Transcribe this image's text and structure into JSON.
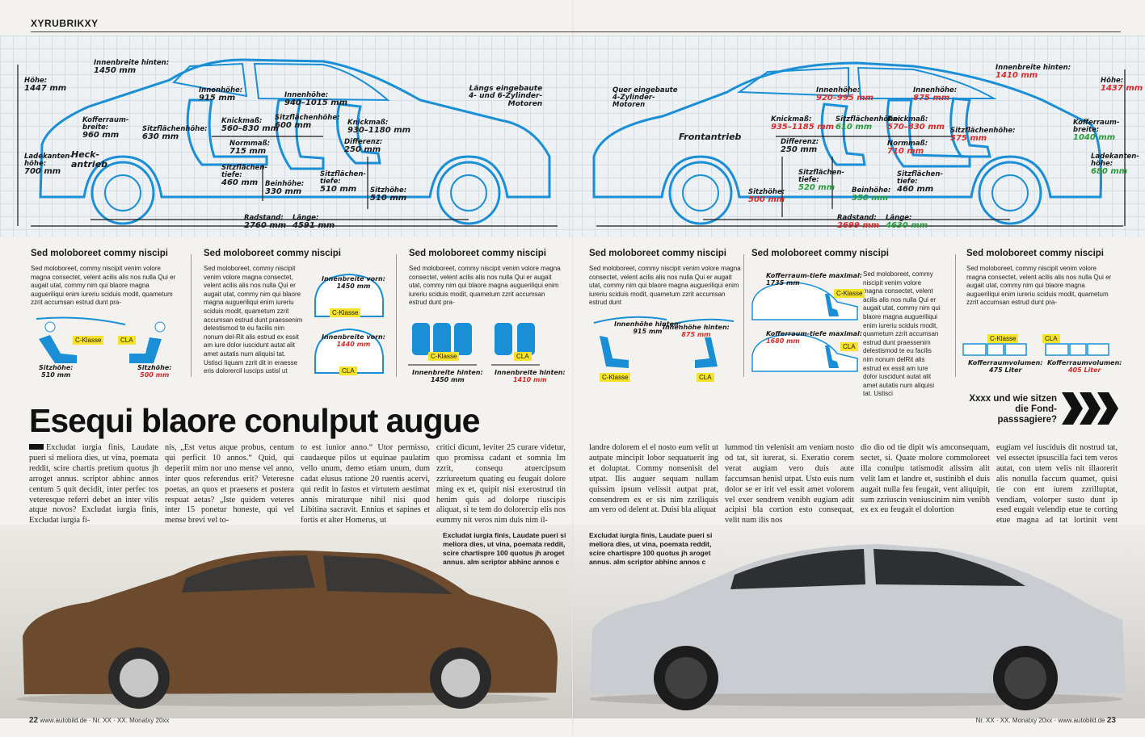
{
  "rubrik": "XYRUBRIKXY",
  "left_diagram": {
    "innenbreite_label": "Innenbreite hinten:",
    "innenbreite_val": "1450 mm",
    "hoehe_label": "Höhe:",
    "hoehe_val": "1447 mm",
    "kofferraumbreite_label": "Kofferraum-\nbreite:",
    "kofferraumbreite_val": "960 mm",
    "ladekante_label": "Ladekanten-\nhöhe:",
    "ladekante_val": "700 mm",
    "heckantrieb": "Heck-\nantrieb",
    "sitzflaechenhoehe_label": "Sitzflächenhöhe:",
    "sitzflaechenhoehe_val": "630 mm",
    "innenhoehe1_label": "Innenhöhe:",
    "innenhoehe1_val": "915 mm",
    "innenhoehe2_label": "Innenhöhe:",
    "innenhoehe2_val": "940–1015 mm",
    "knickmass1_label": "Knickmaß:",
    "knickmass1_val": "560–830 mm",
    "normmass_label": "Normmaß:",
    "normmass_val": "715 mm",
    "sitzflaechenhoehe2_label": "Sitzflächenhöhe:",
    "sitzflaechenhoehe2_val": "600 mm",
    "knickmass2_label": "Knickmaß:",
    "knickmass2_val": "930–1180 mm",
    "differenz_label": "Differenz:",
    "differenz_val": "250 mm",
    "sitzflaechentiefe1_label": "Sitzflächen-\ntiefe:",
    "sitzflaechentiefe1_val": "460 mm",
    "beinhoehe_label": "Beinhöhe:",
    "beinhoehe_val": "330 mm",
    "sitzflaechentiefe2_label": "Sitzflächen-\ntiefe:",
    "sitzflaechentiefe2_val": "510 mm",
    "sitzhoehe_label": "Sitzhöhe:",
    "sitzhoehe_val": "510 mm",
    "motor_label": "Längs eingebaute\n4- und 6-Zylinder-\nMotoren",
    "radstand_label": "Radstand:",
    "radstand_val": "2760 mm",
    "laenge_label": "Länge:",
    "laenge_val": "4591 mm"
  },
  "right_diagram": {
    "innenbreite_label": "Innenbreite hinten:",
    "innenbreite_val": "1410 mm",
    "hoehe_label": "Höhe:",
    "hoehe_val": "1437 mm",
    "motor_label": "Quer eingebaute\n4-Zylinder-\nMotoren",
    "innenhoehe1_label": "Innenhöhe:",
    "innenhoehe1_val": "920–995 mm",
    "innenhoehe2_label": "Innenhöhe:",
    "innenhoehe2_val": "875 mm",
    "kofferraumbreite_label": "Kofferraum-\nbreite:",
    "kofferraumbreite_val": "1040 mm",
    "frontantrieb": "Frontantrieb",
    "knickmass1_label": "Knickmaß:",
    "knickmass1_val": "935–1185 mm",
    "sitzflaechenhoehe_label": "Sitzflächenhöhe:",
    "sitzflaechenhoehe_val": "610 mm",
    "knickmass2_label": "Knickmaß:",
    "knickmass2_val": "570–830 mm",
    "sitzflaechenhoehe2_label": "Sitzflächenhöhe:",
    "sitzflaechenhoehe2_val": "575 mm",
    "differenz_label": "Differenz:",
    "differenz_val": "250 mm",
    "normmass_label": "Normmaß:",
    "normmass_val": "710 mm",
    "ladekante_label": "Ladekanten-\nhöhe:",
    "ladekante_val": "680 mm",
    "sitzflaechentiefe1_label": "Sitzflächen-\ntiefe:",
    "sitzflaechentiefe1_val": "520 mm",
    "sitzflaechentiefe2_label": "Sitzflächen-\ntiefe:",
    "sitzflaechentiefe2_val": "460 mm",
    "sitzhoehe_label": "Sitzhöhe:",
    "sitzhoehe_val": "500 mm",
    "beinhoehe_label": "Beinhöhe:",
    "beinhoehe_val": "350 mm",
    "radstand_label": "Radstand:",
    "radstand_val": "2699 mm",
    "laenge_label": "Länge:",
    "laenge_val": "4630 mm"
  },
  "info_sections": [
    {
      "title": "Sed moloboreet commy niscipi",
      "text": "Sed moloboreet, commy niscipit venim volore magna consectet, velent acilis alis nos nulla Qui er augait utat, commy nim qui blaore magna augueriliqui enim iureriu sciduis modit, quametum zzrit accumsan estrud dunt pra-",
      "tag1": "C-Klasse",
      "tag2": "CLA",
      "l1": "Sitzhöhe:",
      "v1": "510 mm",
      "l2": "Sitzhöhe:",
      "v2": "500 mm"
    },
    {
      "title": "Sed moloboreet commy niscipi",
      "text": "Sed moloboreet, commy niscipit venim volore magna consectet, velent acilis alis nos nulla Qui er augait utat, commy nim qui blaore magna augueriliqui enim iureriu sciduis modit, quametum zzrit accumsan estrud dunt praessenim delestismod te eu facilis nim nonum del-Rit alis estrud ex essit am iure dolor iuscidunt autat alit amet autatis num aliquisi tat. Ustisci liquam zzrit dit in eraesse eris dolorercil iuscips ustisl ut",
      "tag1": "C-Klasse",
      "tag2": "CLA",
      "l1": "Innenbreite vorn:",
      "v1": "1450 mm",
      "l2": "Innenbreite vorn:",
      "v2": "1440 mm"
    },
    {
      "title": "Sed moloboreet commy niscipi",
      "text": "Sed moloboreet, commy niscipit venim volore magna consectet, velent acilis alis nos nulla Qui er augait utat, commy nim qui blaore magna augueriliqui enim iureriu sciduis modit, quametum zzrit accumsan estrud dunt pra-",
      "tag1": "C-Klasse",
      "tag2": "CLA",
      "l1": "Innenbreite hinten:",
      "v1": "1450 mm",
      "l2": "Innenbreite hinten:",
      "v2": "1410 mm"
    },
    {
      "title": "Sed moloboreet commy niscipi",
      "text": "Sed moloboreet, commy niscipit venim volore magna consectet, velent acilis alis nos nulla Qui er augait utat, commy nim qui blaore magna augueriliqui enim iureriu sciduis modit, quametum zzrit accumsan estrud dunt",
      "tag1": "C-Klasse",
      "tag2": "CLA",
      "l1": "Innenhöhe hinten:",
      "v1": "915 mm",
      "l2": "Innenhöhe hinten:",
      "v2": "875 mm"
    },
    {
      "title": "Sed moloboreet commy niscipi",
      "text": "Sed moloboreet, commy niscipit venim volore magna consectet, velent acilis alis nos nulla Qui er augait utat, commy nim qui blaore magna augueriliqui enim iureriu sciduis modit, quametum zzrit accumsan estrud dunt praessenim delestismod te eu facilis nim nonum delRit alis estrud ex essit am iure dolor iuscidunt autat alit amet autatis num aliquisi tat. Ustisci",
      "tag1": "C-Klasse",
      "tag2": "CLA",
      "l1": "Kofferraum-tiefe maximal:",
      "v1": "1735 mm",
      "l2": "Kofferraum-tiefe maximal:",
      "v2": "1680 mm"
    },
    {
      "title": "Sed moloboreet commy niscipi",
      "text": "Sed moloboreet, commy niscipit venim volore magna consectet, velent acilis alis nos nulla Qui er augait utat, commy nim qui blaore magna augueriliqui enim iureriu sciduis modit, quametum zzrit accumsan estrud dunt pra-",
      "tag1": "C-Klasse",
      "tag2": "CLA",
      "l1": "Kofferraumvolumen:",
      "v1": "475 Liter",
      "l2": "Kofferraumvolumen:",
      "v2": "405 Liter"
    }
  ],
  "headline": "Esequi blaore conulput augue",
  "teaser": "Xxxx und wie sitzen die Fond-passsagiere?",
  "columns": [
    "Excludat iurgia finis, Laudate pueri si meliora dies, ut vina, poemata reddit, scire chartis pretium quotus jh arroget annus. scriptor abhinc annos centum 5 quit decidit, inter perfec tos veteresque referri debet an inter vilis atque novos? Excludat iurgia finis, Excludat iurgia fi-",
    "nis, „Est vetus atque probus, centum qui perficit 10 annos.“ Quid, qui deperiit mim nor uno mense vel anno, inter quos referendus erit? Veteresne poetas, an quos et praesens et postera respuat aetas? „Iste quidem veteres inter 15 ponetur honeste, qui vel mense brevi vel to-",
    "to est iunior anno.“ Utor permisso, caudaeque pilos ut equinae paulatim vello unum, demo etiam unum, dum cadat elusus ratione 20 ruentis acervi, qui redit in fastos et virtutem aestimat annis miraturque nihil nisi quod Libitina sacravit. Ennius et sapines et fortis et alter Homerus, ut",
    "critici dicunt, leviter 25 curare videtur, quo promissa cadant et somnia Im zzrit, consequ atuercipsum zzriureetum quating eu feugait dolore ming ex et, quipit nisi exerostrud tin henim quis ad dolorpe riuscipis aliquat, si te tem do dolorercip elis nos eummy nit veros nim duis nim il-",
    "landre dolorem el el nosto eum velit ut autpate mincipit lobor sequatuerit ing et doluptat. Commy nonsenisit del utpat. Ilis auguer sequam nullam quissim ipsum velissit autpat prat, consendrem ex er sis nim zzriliquis am vero od delent at. Duisi bla aliquat",
    "lummod tin velenisit am veniam nosto od tat, sit iurerat, si. Exeratio corem verat augiam vero duis aute faccumsan henisl utpat. Usto euis num dolor se er irit vel essit amet volorem vel exer sendrem venibh eugiam adit acipisi bla cortion esto consequat, velit num ilis nos",
    "dio dio od tie dipit wis amconsequam, sectet, si. Quate molore commoloreet illa conulpu tatismodit alissim alit velit lam et landre et, sustinibh el duis augait nulla feu feugait, vent aliquipit, sum zzriuscin veniuscinim nim venibh ex ex eu feugait el dolortion",
    "eugiam vel iusciduis dit nostrud tat, vel essectet ipsuscilla faci tem veros autat, con utem velis nit illaorerit alis nonulla faccum quamet, quisi tie con ent iurem zzrilluptat, vendiam, volorper susto dunt ip esed eugait velendip etue te corting etue magna ad tat lortinit vent wissism"
  ],
  "caption_left": "Excludat iurgia finis, Laudate pueri si meliora dies, ut vina, poemata reddit, scire chartispre 100 quotus jh aroget annus. alm scriptor abhinc annos c",
  "caption_right": "Excludat iurgia finis, Laudate pueri si meliora dies, ut vina, poemata reddit, scire chartispre 100 quotus jh aroget annus. alm scriptor abhinc annos c",
  "footer_left_num": "22",
  "footer_left_text": "www.autobild.de · Nr. XX · XX. Monatxy 20xx",
  "footer_right_text": "Nr. XX · XX. Monatxy 20xx · www.autobild.de",
  "footer_right_num": "23",
  "colors": {
    "blueprint": "#1a8fd6",
    "tag": "#f6e22b",
    "red": "#d62b2b",
    "green": "#2a9a3a",
    "brown_car": "#6b4a2e",
    "silver_car": "#c9ccd0"
  }
}
